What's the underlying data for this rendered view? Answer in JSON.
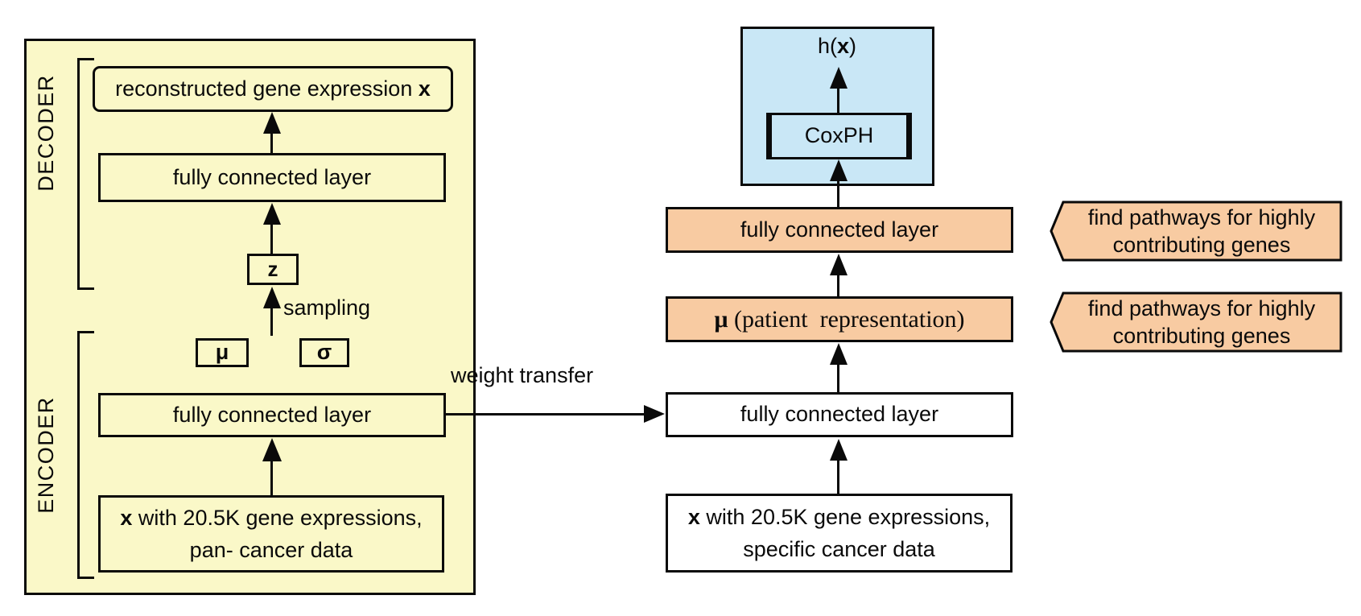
{
  "colors": {
    "pale_yellow": "#FAF8C8",
    "peach": "#F8CBA2",
    "light_blue": "#C9E7F6",
    "ink": "#0A0A0A",
    "white": "#FFFFFF"
  },
  "vae_panel": {
    "decoder_label": "DECODER",
    "encoder_label": "ENCODER",
    "reconstructed_box": {
      "text": "reconstructed gene expression ",
      "bold_suffix": "x"
    },
    "decoder_fc_label": "fully connected layer",
    "z_label": "z",
    "sampling_label": "sampling",
    "mu_label": "μ",
    "sigma_label": "σ",
    "encoder_fc_label": "fully connected layer",
    "input_box": {
      "bold_prefix": "x",
      "line1_rest": " with 20.5K gene expressions,",
      "line2": "pan- cancer data"
    }
  },
  "weight_transfer_label": "weight transfer",
  "survival_panel": {
    "hx_label": {
      "prefix": "h(",
      "bold": "x",
      "suffix": ")"
    },
    "coxph_label": "CoxPH",
    "fc_top_label": "fully connected layer",
    "mu_box": {
      "bold_prefix": "μ",
      "rest": " (patient  representation)"
    },
    "fc_bottom_label": "fully connected layer",
    "input_box": {
      "bold_prefix": "x",
      "line1_rest": " with 20.5K gene expressions,",
      "line2": "specific cancer data"
    }
  },
  "callouts": [
    {
      "line1": "find pathways for highly",
      "line2": "contributing genes"
    },
    {
      "line1": "find pathways for highly",
      "line2": "contributing genes"
    }
  ]
}
